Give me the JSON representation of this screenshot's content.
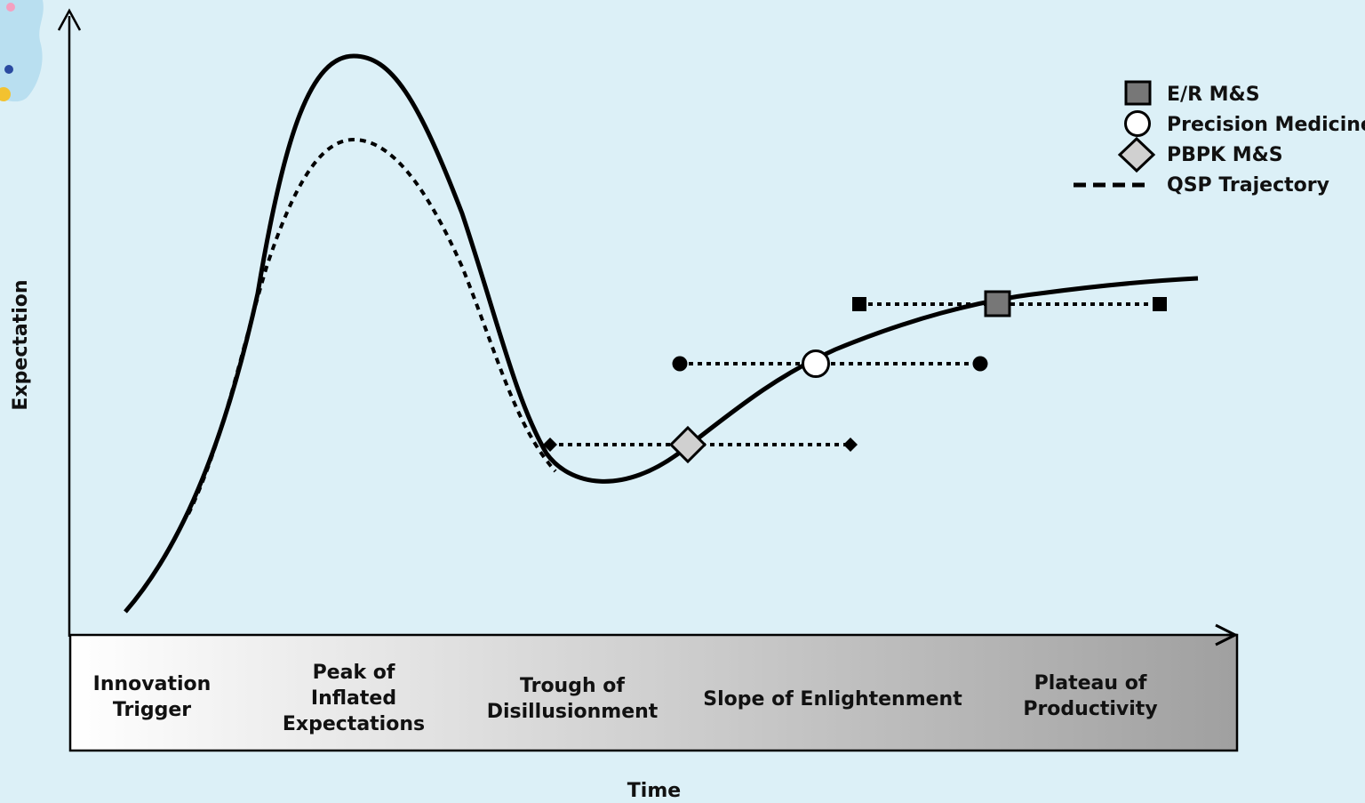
{
  "axes": {
    "y_label": "Expectation",
    "x_label": "Time"
  },
  "phases": [
    {
      "lines": [
        "Innovation",
        "Trigger"
      ]
    },
    {
      "lines": [
        "Peak of",
        "Inflated",
        "Expectations"
      ]
    },
    {
      "lines": [
        "Trough of",
        "Disillusionment"
      ]
    },
    {
      "lines": [
        "Slope of Enlightenment"
      ]
    },
    {
      "lines": [
        "Plateau of",
        "Productivity"
      ]
    }
  ],
  "legend": [
    {
      "marker": "square",
      "label": "E/R M&S",
      "color": "#777777"
    },
    {
      "marker": "circle",
      "label": "Precision Medicine",
      "color": "#ffffff"
    },
    {
      "marker": "diamond",
      "label": "PBPK M&S",
      "color": "#d0d0d0"
    },
    {
      "marker": "dashed-line",
      "label": "QSP Trajectory",
      "color": "#000000"
    }
  ],
  "markers": [
    {
      "name": "er-ms",
      "shape": "square",
      "color": "#777777"
    },
    {
      "name": "precision-medicine",
      "shape": "circle",
      "color": "#ffffff"
    },
    {
      "name": "pbpk-ms",
      "shape": "diamond",
      "color": "#d0d0d0"
    }
  ],
  "colors": {
    "background": "#dcf0f7",
    "curve": "#000000",
    "phase_gradient_start": "#ffffff",
    "phase_gradient_end": "#a0a0a0"
  }
}
